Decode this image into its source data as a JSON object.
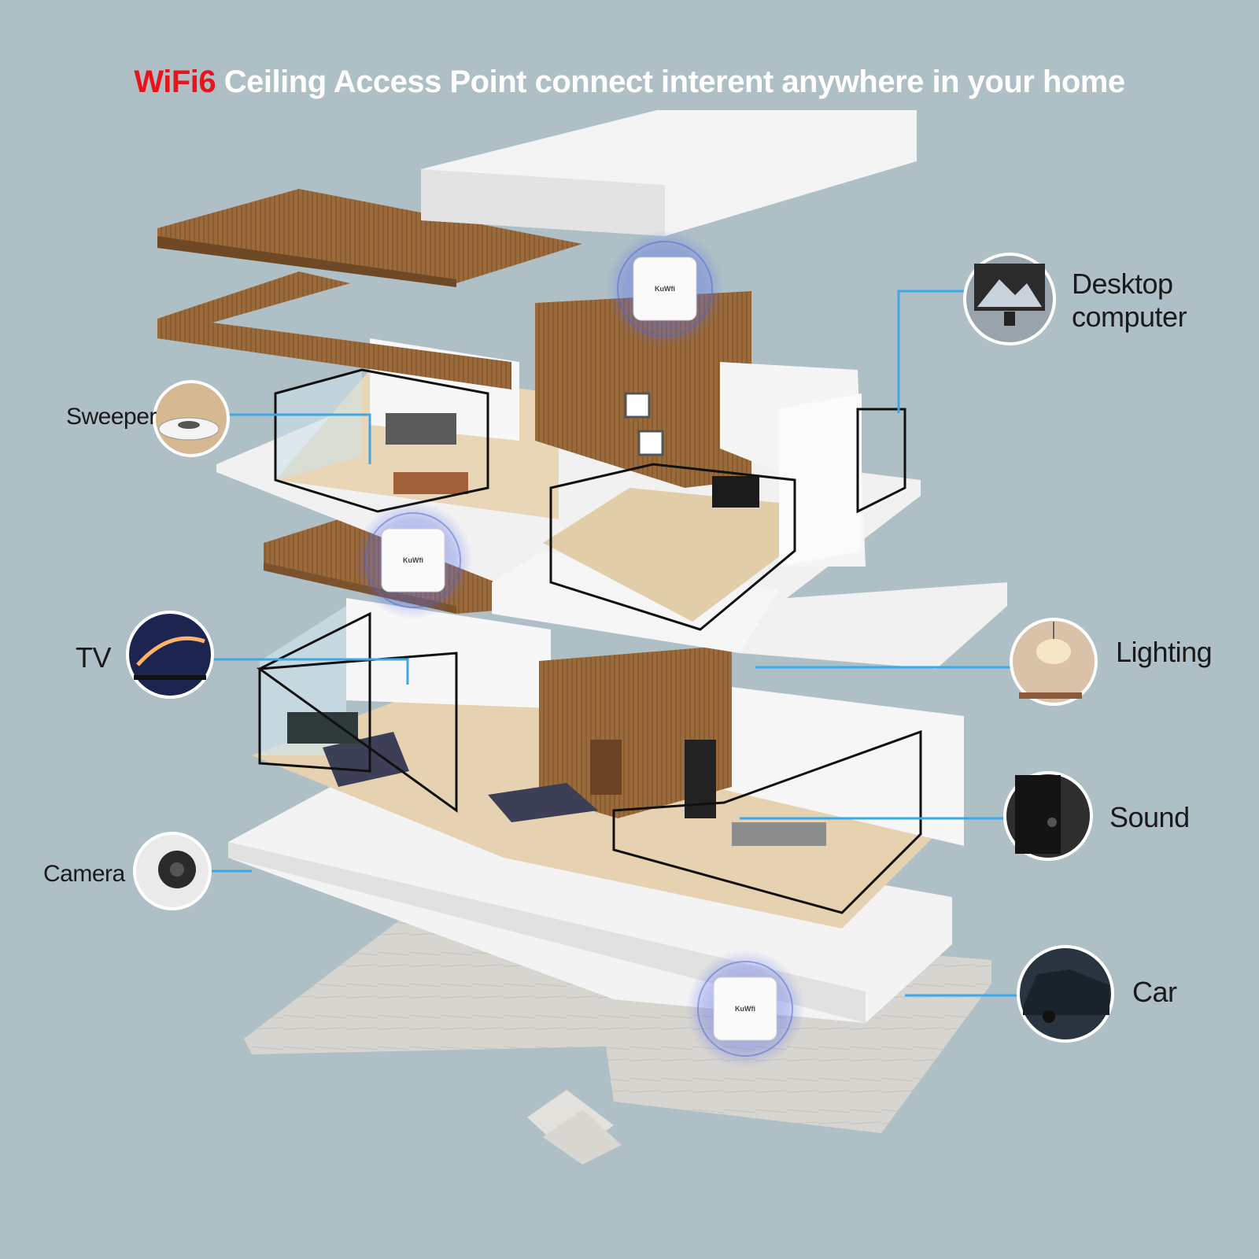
{
  "header": {
    "accent": "WiFi6",
    "rest": " Ceiling Access Point connect interent anywhere in your home"
  },
  "brand": "KuWfi",
  "devices": {
    "desktop": {
      "line1": "Desktop",
      "line2": "computer",
      "icon": "desktop-monitor-icon"
    },
    "sweeper": {
      "label": "Sweeper",
      "icon": "robot-vacuum-icon"
    },
    "tv": {
      "label": "TV",
      "icon": "tv-icon"
    },
    "lighting": {
      "label": "Lighting",
      "icon": "pendant-lamp-icon"
    },
    "sound": {
      "label": "Sound",
      "icon": "speaker-icon"
    },
    "camera": {
      "label": "Camera",
      "icon": "security-camera-icon"
    },
    "car": {
      "label": "Car",
      "icon": "car-icon"
    }
  },
  "colors": {
    "background": "#aebfc6",
    "accent": "#e8141b",
    "connector": "#3aa8e6",
    "wood": "#9b6a3a",
    "slab": "#f2f2f2",
    "signal": "#4f63d9"
  }
}
